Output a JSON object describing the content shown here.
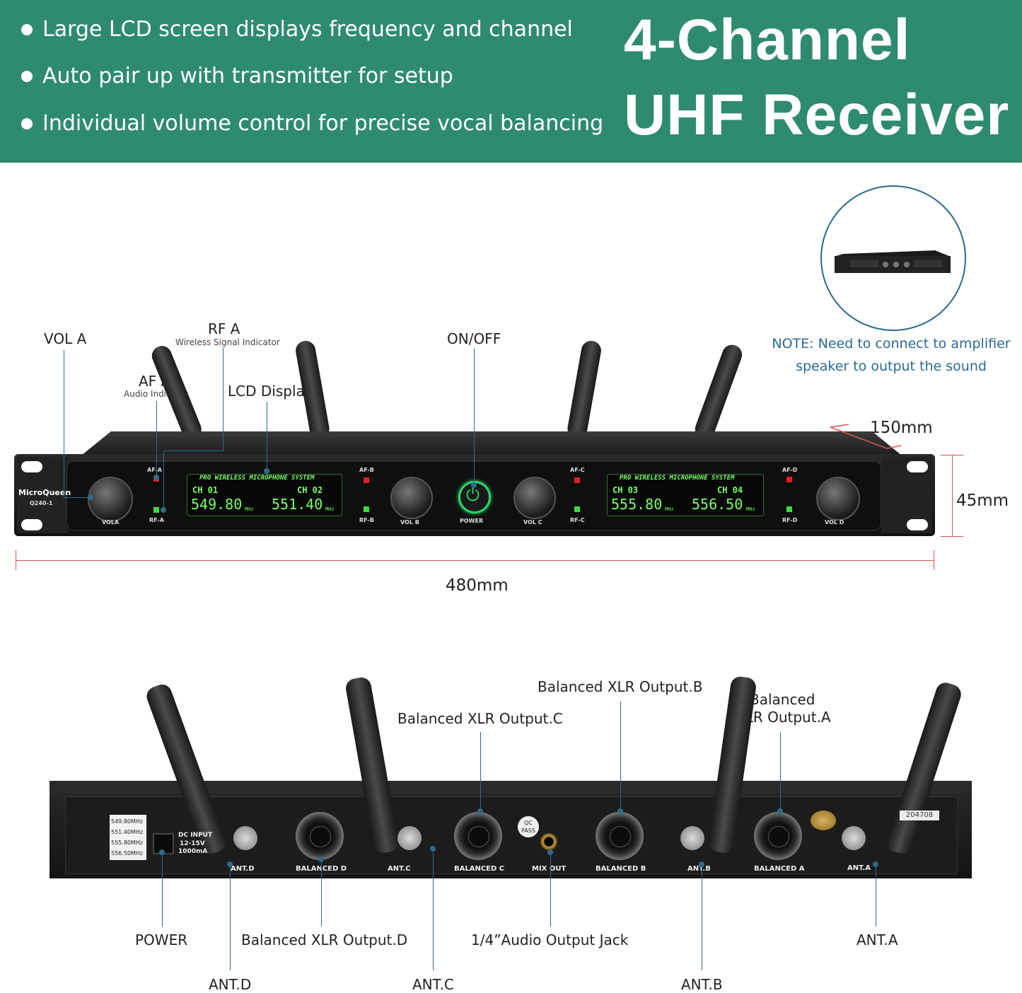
{
  "banner": {
    "features": [
      "Large LCD screen displays frequency and channel",
      "Auto pair up with transmitter for setup",
      "Individual volume control for precise vocal balancing"
    ],
    "headline_line1": "4-Channel",
    "headline_line2": "UHF Receiver"
  },
  "front_callouts": {
    "vol_a": "VOL A",
    "rf_a": "RF A",
    "rf_a_sub": "Wireless Signal Indicator",
    "af_a": "AF A",
    "af_a_sub": "Audio Indicator",
    "lcd": "LCD Display",
    "on_off": "ON/OFF"
  },
  "note": {
    "line1": "NOTE: Need to connect to amplifier",
    "line2": "speaker to output the sound"
  },
  "dimensions": {
    "depth": "150mm",
    "height": "45mm",
    "width": "480mm"
  },
  "front_panel": {
    "brand": "MicroQueen",
    "model": "Q240-1",
    "lcd_header": "PRO WIRELESS MICROPHONE SYSTEM",
    "ch1": "CH 01",
    "ch2": "CH 02",
    "ch3": "CH 03",
    "ch4": "CH 04",
    "f1": "549.80",
    "f2": "551.40",
    "f3": "555.80",
    "f4": "556.50",
    "mhz": "MHz",
    "vol_a": "VOLA",
    "vol_b": "VOL B",
    "vol_c": "VOL C",
    "vol_d": "VOL D",
    "af_a": "AF-A",
    "af_b": "AF-B",
    "af_c": "AF-C",
    "af_d": "AF-D",
    "rf_a": "RF-A",
    "rf_b": "RF-B",
    "rf_c": "RF-C",
    "rf_d": "RF-D",
    "power": "POWER"
  },
  "rear_panel": {
    "freq_list": [
      "549.80MHz",
      "551.40MHz",
      "555.80MHz",
      "556.50MHz"
    ],
    "dc_input": "DC INPUT",
    "dc_volt": "12-15V",
    "dc_amp": "1000mA",
    "ant_d": "ANT.D",
    "ant_c": "ANT.C",
    "ant_b": "ANT.B",
    "ant_a": "ANT.A",
    "bal_d": "BALANCED D",
    "bal_c": "BALANCED C",
    "bal_b": "BALANCED B",
    "bal_a": "BALANCED A",
    "mix_out": "MIX OUT",
    "qc": "QC",
    "qc_pass": "PASS",
    "serial": "204708"
  },
  "rear_callouts": {
    "xlr_c": "Balanced XLR Output.C",
    "xlr_b": "Balanced XLR Output.B",
    "xlr_a_line1": "Balanced",
    "xlr_a_line2": "XLR Output.A",
    "power": "POWER",
    "xlr_d": "Balanced XLR Output.D",
    "jack": "1/4”Audio Output Jack",
    "ant_a": "ANT.A",
    "ant_d": "ANT.D",
    "ant_c": "ANT.C",
    "ant_b": "ANT.B"
  }
}
